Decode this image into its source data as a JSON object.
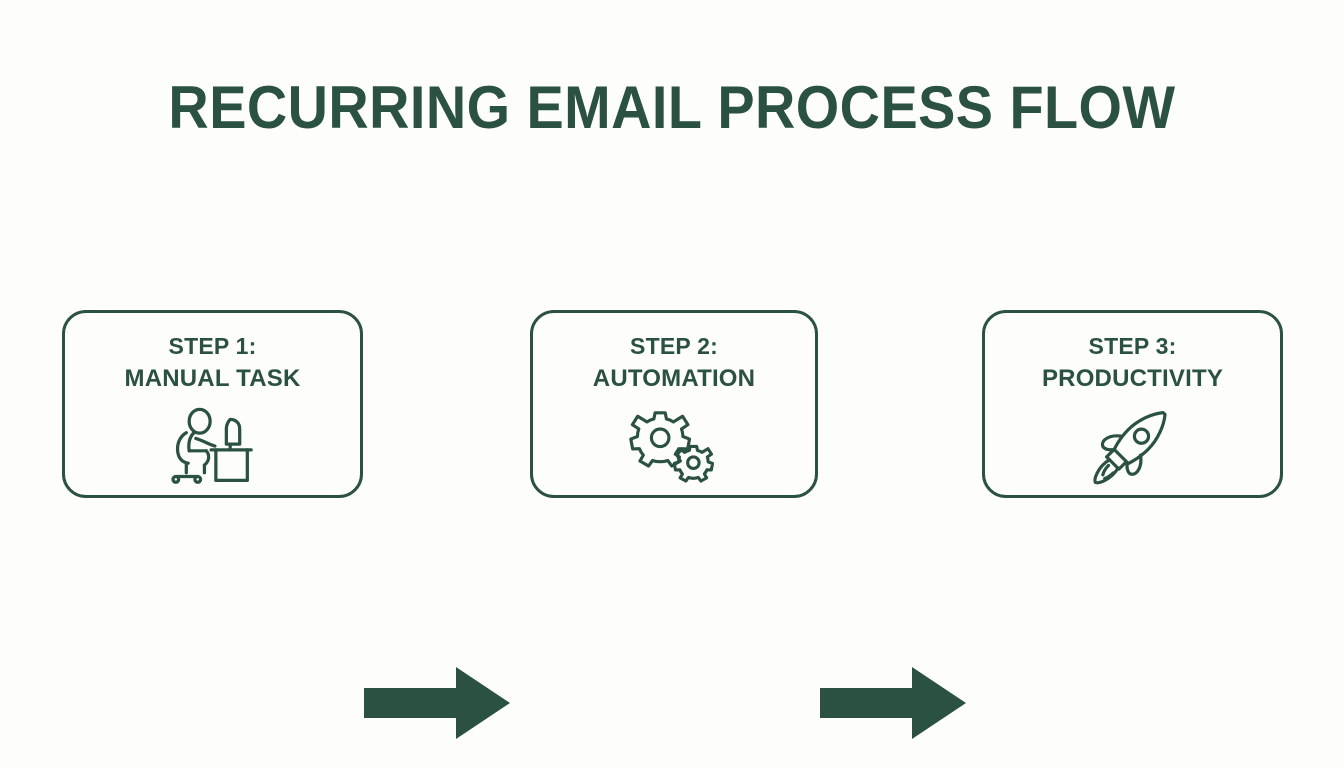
{
  "page": {
    "title": "RECURRING EMAIL PROCESS FLOW",
    "background_color": "#fdfdfc",
    "accent_color": "#2a5141"
  },
  "diagram": {
    "type": "horizontal-process-flow",
    "step_count": 3,
    "steps": [
      {
        "head": "STEP 1:",
        "sub": "MANUAL TASK",
        "icon": "person-at-desk-icon"
      },
      {
        "head": "STEP 2:",
        "sub": "AUTOMATION",
        "icon": "gears-icon"
      },
      {
        "head": "STEP 3:",
        "sub": "PRODUCTIVITY",
        "icon": "rocket-icon"
      }
    ],
    "connectors": [
      {
        "icon": "arrow-right-icon",
        "from": "STEP 1:",
        "to": "STEP 2:"
      },
      {
        "icon": "arrow-right-icon",
        "from": "STEP 2:",
        "to": "STEP 3:"
      }
    ]
  }
}
